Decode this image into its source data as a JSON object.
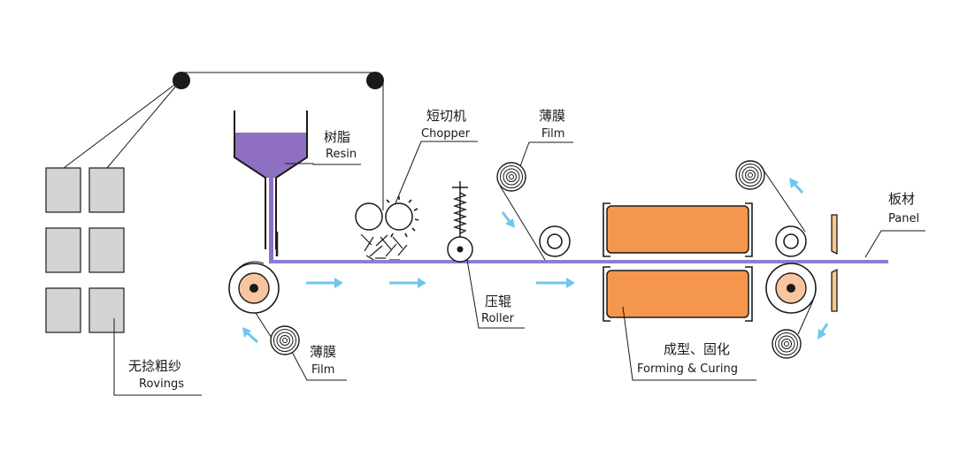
{
  "colors": {
    "resin": "#8e6fc1",
    "film_line": "#8b7fd4",
    "box_fill": "#d3d4d5",
    "mold_fill": "#f5964f",
    "arrow": "#6cc8ec",
    "roller_core": "#f7c59f",
    "cutter": "#f8c690",
    "outline": "#1a1a1a"
  },
  "labels": {
    "resin": {
      "zh": "树脂",
      "en": "Resin"
    },
    "chopper": {
      "zh": "短切机",
      "en": "Chopper"
    },
    "film_top": {
      "zh": "薄膜",
      "en": "Film"
    },
    "film_bottom": {
      "zh": "薄膜",
      "en": "Film"
    },
    "roller": {
      "zh": "压辊",
      "en": "Roller"
    },
    "rovings": {
      "zh": "无捻粗纱",
      "en": "Rovings"
    },
    "forming": {
      "zh": "成型、固化",
      "en": "Forming & Curing"
    },
    "panel": {
      "zh": "板材",
      "en": "Panel"
    }
  }
}
